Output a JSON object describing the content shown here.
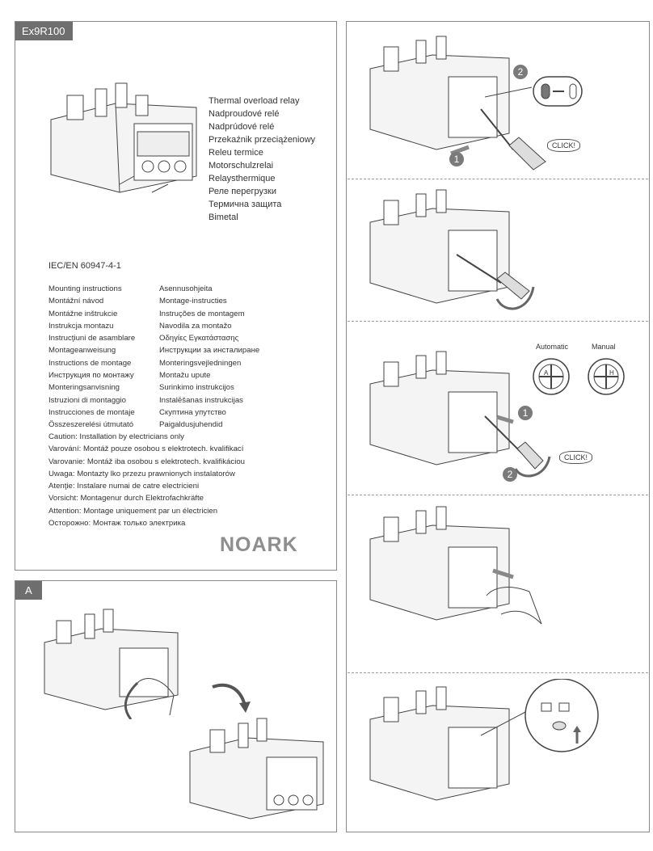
{
  "doc": {
    "model": "Ex9R100",
    "section_a": "A",
    "product_names": [
      "Thermal overload relay",
      "Nadproudové relé",
      "Nadprúdové relé",
      "Przekaźnik przeciążeniowy",
      "Releu termice",
      "Motorschulzrelai",
      "Relaysthermique",
      "Реле перегрузки",
      "Термична защита",
      "Bimetal"
    ],
    "standard": "IEC/EN 60947-4-1",
    "instructions_left": [
      "Mounting instructions",
      "Montážní návod",
      "Montážne inštrukcie",
      "Instrukcja montazu",
      "Instrucţiuni de asamblare",
      "Montageanweisung",
      "Instructions de montage",
      "Инструкция по монтажу",
      "Monteringsanvisning",
      "Istruzioni di montaggio",
      "Instrucciones de montaje",
      "Összeszerelési útmutató"
    ],
    "instructions_right": [
      "Asennusohjeita",
      "Montage-instructies",
      "Instruções de montagem",
      "Navodila za montažo",
      "Οδηγίες Εγκατάστασης",
      "Инструкции за инсталиране",
      "Monteringsvejledningen",
      "Montažu upute",
      "Surinkimo instrukcijos",
      "Instalēšanas instrukcijas",
      "Скуптина упутство",
      "Paigaldusjuhendid"
    ],
    "caution": [
      "Caution:  Installation by electricians only",
      "Varování: Montáž pouze osobou s elektrotech. kvalifikací",
      "Varovanie: Montáž iba osobou s elektrotech. kvalifikáciou",
      "Uwaga: Montazty lko przezu prawnionych instalatorów",
      "Atenţie: Instalare numai de catre electricieni",
      "Vorsicht: Montagenur durch Elektrofachkräfte",
      "Attention:  Montage uniquement par un électricien",
      "Осторожно: Монтаж только электрика"
    ],
    "logo": "NOARK"
  },
  "steps": {
    "click_text": "CLICK!",
    "num1": "1",
    "num2": "2",
    "automatic": "Automatic",
    "manual": "Manual",
    "dial_a": "A",
    "dial_h": "H"
  },
  "colors": {
    "panel_tag": "#6e6e6e",
    "badge": "#7a7a7a",
    "arrow": "#777777",
    "line": "#444444"
  }
}
